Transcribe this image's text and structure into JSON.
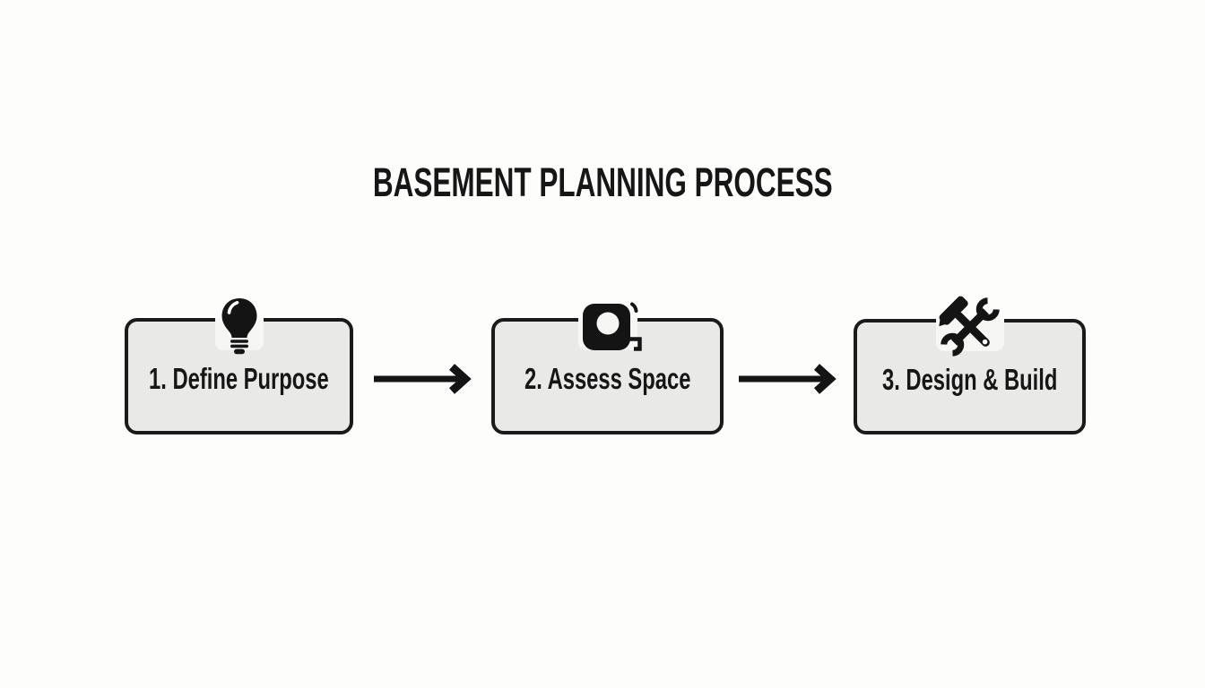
{
  "title": "BASEMENT PLANNING PROCESS",
  "steps": [
    {
      "label": "1. Define Purpose",
      "icon": "lightbulb-icon"
    },
    {
      "label": "2. Assess Space",
      "icon": "tape-measure-icon"
    },
    {
      "label": "3. Design & Build",
      "icon": "hammer-wrench-icon"
    }
  ],
  "connectors": [
    {
      "icon": "arrow-right-icon"
    },
    {
      "icon": "arrow-right-icon"
    }
  ],
  "colors": {
    "background": "#fdfdfc",
    "box_fill": "#e9e9e7",
    "outline": "#1a1a1a",
    "text": "#161616"
  }
}
